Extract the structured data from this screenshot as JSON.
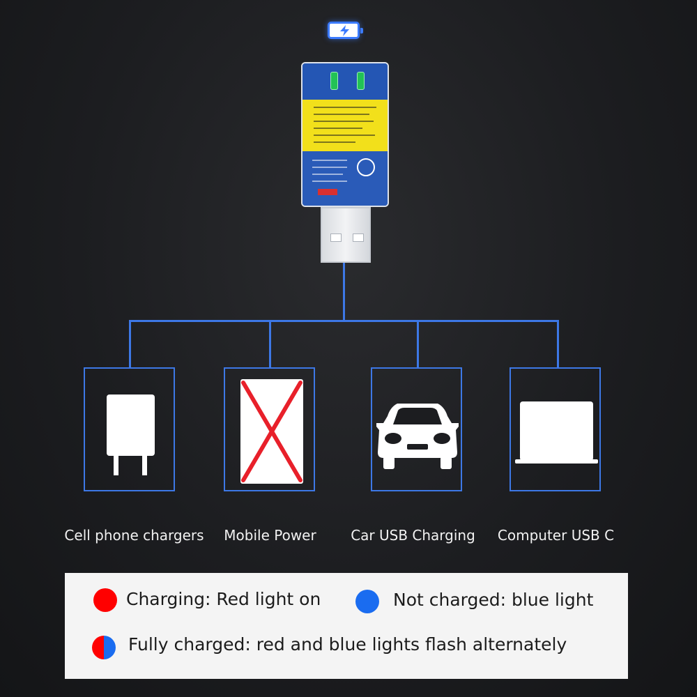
{
  "devices": [
    {
      "label": "Cell phone chargers",
      "icon": "wall-charger-icon"
    },
    {
      "label": "Mobile Power",
      "icon": "power-bank-crossed-icon"
    },
    {
      "label": "Car USB Charging",
      "icon": "car-icon"
    },
    {
      "label": "Computer USB C",
      "icon": "laptop-icon"
    }
  ],
  "legend": {
    "charging": {
      "text": "Charging: Red light on",
      "color": "#ff0000"
    },
    "not_charged": {
      "text": "Not charged: blue light",
      "color": "#1a6cf0"
    },
    "fully_charged": {
      "text": "Fully charged: red and blue lights flash alternately",
      "colors": [
        "#ff0000",
        "#1a6cf0"
      ]
    }
  },
  "colors": {
    "connector": "#3d78e6",
    "cross": "#e8202a"
  },
  "icons": {
    "battery": "battery-charging-icon",
    "usb": "usb-battery-icon"
  }
}
